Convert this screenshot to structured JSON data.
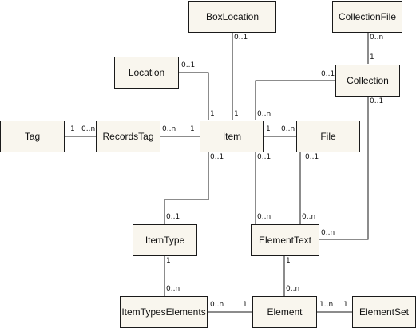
{
  "entities": {
    "boxlocation": "BoxLocation",
    "collectionfile": "CollectionFile",
    "location": "Location",
    "collection": "Collection",
    "tag": "Tag",
    "recordstag": "RecordsTag",
    "item": "Item",
    "file": "File",
    "itemtype": "ItemType",
    "elementtext": "ElementText",
    "itemtypeselements": "ItemTypesElements",
    "element": "Element",
    "elementset": "ElementSet"
  },
  "multiplicities": {
    "boxlocation_side": "0..1",
    "boxlocation_item_side": "1",
    "location_side": "0..1",
    "location_item_side": "1",
    "collectionfile_side": "0..n",
    "collection_file_side": "1",
    "collection_item_side": "0..1",
    "item_collection_side": "0..n",
    "tag_side": "1",
    "recordstag_tag_side": "0..n",
    "recordstag_item_side": "0..n",
    "item_recordstag_side": "1",
    "item_file_side": "1",
    "file_item_side": "0..n",
    "item_itemtype_side": "0..1",
    "itemtype_item_side": "0..1",
    "item_elementtext_side": "0..1",
    "elementtext_item_side": "0..n",
    "file_elementtext_side": "0..1",
    "elementtext_file_side": "0..n",
    "collection_elementtext_side": "0..1",
    "elementtext_collection_side": "0..n",
    "itemtype_ite_side": "1",
    "ite_itemtype_side": "0..n",
    "elementtext_element_side": "1",
    "element_elementtext_side": "0..n",
    "ite_element_side": "0..n",
    "element_ite_side": "1",
    "element_elementset_side": "1..n",
    "elementset_element_side": "1"
  }
}
